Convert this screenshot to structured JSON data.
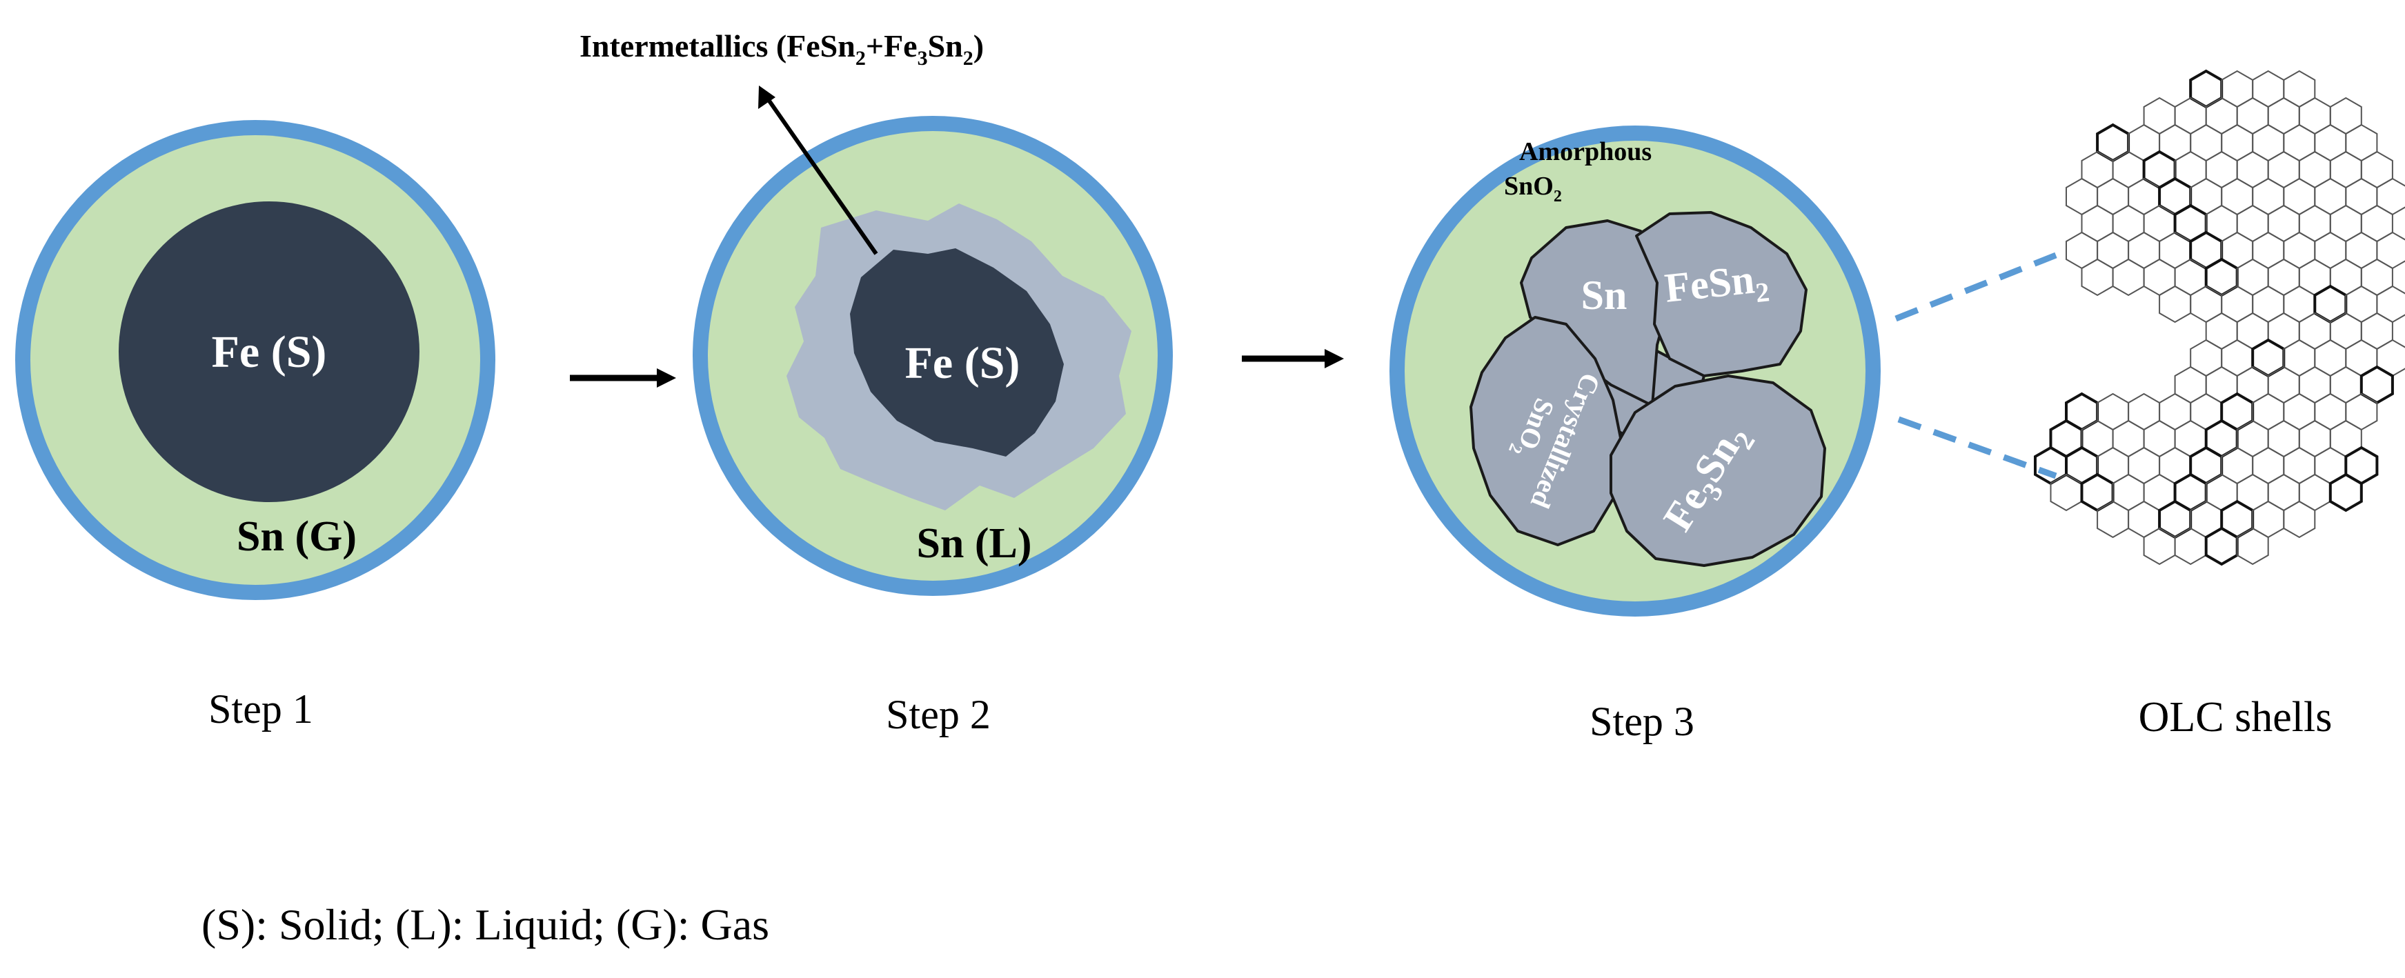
{
  "colors": {
    "outer_shell": "#5b9bd5",
    "shell_fill": "#c5e0b4",
    "fe_core": "#323e4f",
    "intermetallic": "#adb9ca",
    "grain": "#9ea8b8",
    "grain_stroke": "#1a1a1a",
    "text_dark": "#000000",
    "text_light": "#ffffff",
    "dashed_line": "#5b9bd5"
  },
  "top_label": {
    "prefix": "Intermetallics (FeSn",
    "sub1": "2",
    "mid": "+Fe",
    "sub2": "3",
    "mid2": "Sn",
    "sub3": "2",
    "suffix": ")"
  },
  "step1": {
    "core_label": "Fe (S)",
    "shell_label": "Sn (G)",
    "caption": "Step 1"
  },
  "step2": {
    "core_label": "Fe (S)",
    "shell_label": "Sn (L)",
    "caption": "Step 2"
  },
  "step3": {
    "amorphous_line1": "Amorphous",
    "amorphous_line2_base": "SnO",
    "amorphous_line2_sub": "2",
    "grain_sn": "Sn",
    "grain_fesn2_base": "FeSn",
    "grain_fesn2_sub": "2",
    "grain_fe3sn2_a": "Fe",
    "grain_fe3sn2_sub1": "3",
    "grain_fe3sn2_b": "Sn",
    "grain_fe3sn2_sub2": "2",
    "grain_cryst_line1": "Crystallized",
    "grain_cryst_line2_base": "SnO",
    "grain_cryst_line2_sub": "2",
    "caption": "Step 3"
  },
  "olc": {
    "caption": "OLC shells",
    "icon": "onion-like-carbon-shell-icon"
  },
  "legend": {
    "text": "(S): Solid;  (L): Liquid;  (G): Gas"
  }
}
